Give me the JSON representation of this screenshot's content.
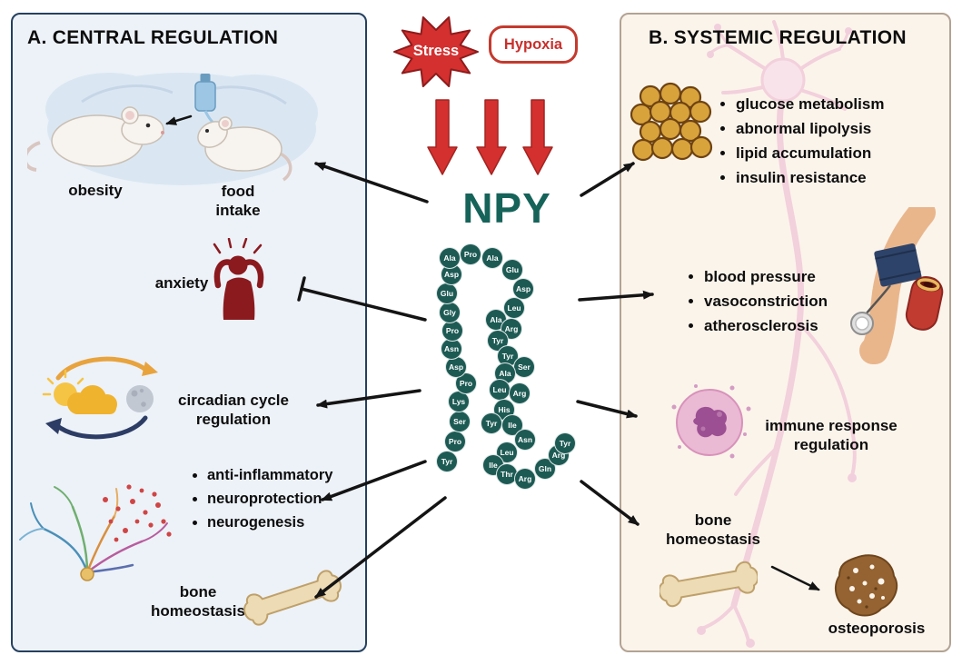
{
  "center": {
    "stress_label": "Stress",
    "hypoxia_label": "Hypoxia",
    "npy_label": "NPY",
    "sequence": [
      "Tyr",
      "Pro",
      "Ser",
      "Lys",
      "Pro",
      "Asp",
      "Asn",
      "Pro",
      "Gly",
      "Glu",
      "Asp",
      "Ala",
      "Pro",
      "Ala",
      "Glu",
      "Asp",
      "Leu",
      "Ala",
      "Arg",
      "Tyr",
      "Tyr",
      "Ser",
      "Ala",
      "Leu",
      "Arg",
      "His",
      "Tyr",
      "Ile",
      "Asn",
      "Leu",
      "Ile",
      "Thr",
      "Arg",
      "Gln",
      "Arg",
      "Tyr"
    ]
  },
  "central_panel": {
    "title": "A. CENTRAL REGULATION",
    "obesity_label": "obesity",
    "food_intake_label": "food intake",
    "anxiety_label": "anxiety",
    "circadian_label": "circadian cycle regulation",
    "bullets": [
      "anti-inflammatory",
      "neuroprotection",
      "neurogenesis"
    ],
    "bone_label": "bone homeostasis"
  },
  "systemic_panel": {
    "title": "B. SYSTEMIC REGULATION",
    "adipose_bullets": [
      "glucose metabolism",
      "abnormal lipolysis",
      "lipid accumulation",
      "insulin resistance"
    ],
    "vascular_bullets": [
      "blood pressure",
      "vasoconstriction",
      "atherosclerosis"
    ],
    "immune_label": "immune response regulation",
    "bone_label": "bone homeostasis",
    "osteoporosis_label": "osteoporosis"
  },
  "colors": {
    "stress_red": "#d3302f",
    "npy_teal": "#16635a",
    "bead_teal": "#1d5a54",
    "panel_a_bg": "#edf2f8",
    "panel_a_border": "#24405f",
    "panel_b_bg": "#fbf4eb",
    "panel_b_border": "#b3a393",
    "anxiety_red": "#8b1a1f",
    "arrow_black": "#141414"
  }
}
